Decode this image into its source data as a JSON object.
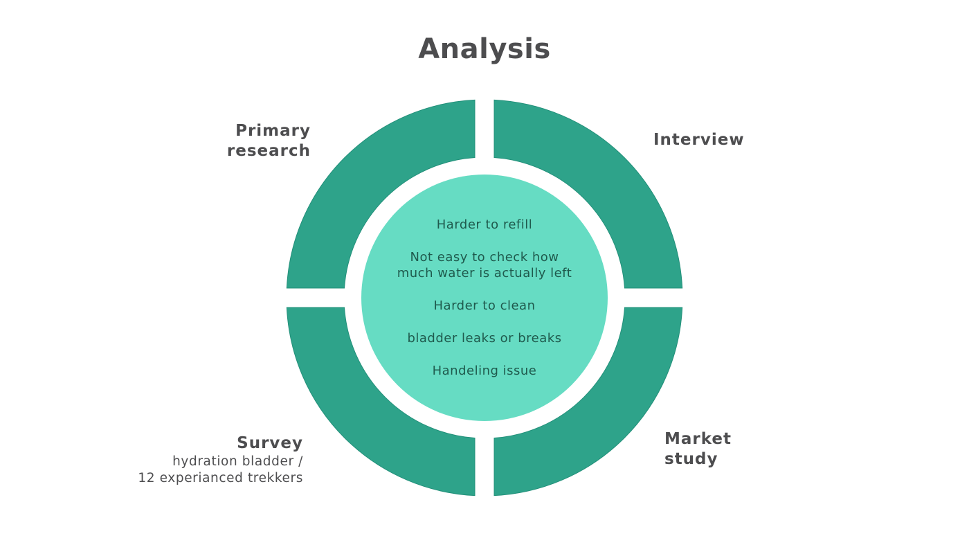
{
  "title": "Analysis",
  "colors": {
    "ring": "#2ea38a",
    "ring_edge": "#23907a",
    "center": "#66dcc3",
    "center_text": "#1f5a4d",
    "label_text": "#4d4d4f",
    "background": "#ffffff"
  },
  "segments": [
    {
      "id": "primary-research",
      "position": "top-left",
      "label_lines": [
        "Primary",
        "research"
      ],
      "sublabel_lines": []
    },
    {
      "id": "interview",
      "position": "top-right",
      "label_lines": [
        "Interview"
      ],
      "sublabel_lines": []
    },
    {
      "id": "survey",
      "position": "bottom-left",
      "label_lines": [
        "Survey"
      ],
      "sublabel_lines": [
        "hydration bladder /",
        "12 experianced trekkers"
      ]
    },
    {
      "id": "market-study",
      "position": "bottom-right",
      "label_lines": [
        "Market",
        "study"
      ],
      "sublabel_lines": []
    }
  ],
  "center_items": [
    "Harder to refill",
    "Not easy to check how\nmuch water is actually left",
    "Harder to clean",
    "bladder leaks or breaks",
    "Handeling issue"
  ]
}
